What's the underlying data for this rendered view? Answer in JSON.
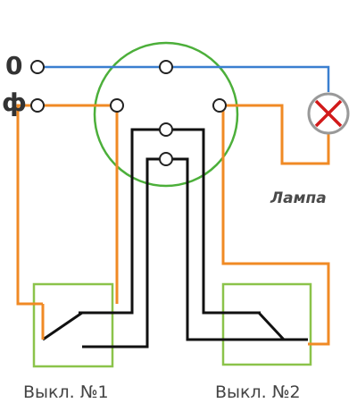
{
  "labels": {
    "neutral": "0",
    "phase": "ф",
    "lamp": "Лампа",
    "switch1": "Выкл. №1",
    "switch2": "Выкл. №2"
  },
  "colors": {
    "neutral_wire": "#3a7fd0",
    "phase_wire": "#f08a24",
    "control_wire": "#111111",
    "junction_box": "#4caf3a",
    "switch_box": "#8bc34a",
    "lamp_cross": "#d11a1a",
    "terminal": "#222222"
  },
  "icons": {
    "lamp": "lamp-cross-icon",
    "switch": "two-way-switch-icon",
    "terminal": "screw-terminal-icon"
  }
}
